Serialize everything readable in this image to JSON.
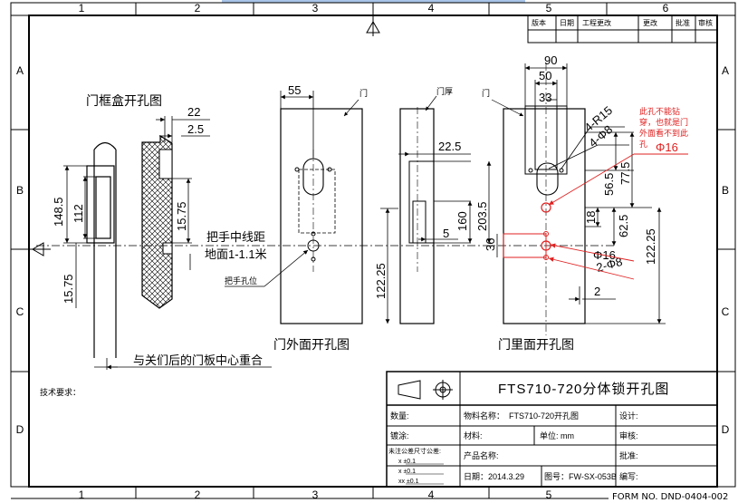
{
  "frame": {
    "col_numbers": [
      "1",
      "2",
      "3",
      "4",
      "5",
      "6"
    ],
    "row_letters": [
      "A",
      "B",
      "C",
      "D"
    ],
    "form_no": "FORM NO. DND-0404-002"
  },
  "revision_table": {
    "headers": [
      "版本",
      "日期",
      "工程更改",
      "更改",
      "批准",
      "审核"
    ]
  },
  "door_frame_view": {
    "title": "门框盒开孔图",
    "dims": {
      "d22": "22",
      "d2_5": "2.5",
      "d148_5": "148.5",
      "d112": "112",
      "d15_75a": "15.75",
      "d15_75b": "15.75"
    },
    "handle_note_line1": "把手中线距",
    "handle_note_line2": "地面1-1.1米",
    "bottom_note": "与关们后的门板中心重合"
  },
  "outer_view": {
    "title": "门外面开孔图",
    "door_label": "门",
    "dims": {
      "d55": "55",
      "d122_25": "122.25"
    },
    "handle_hole_label": "把手孔位"
  },
  "edge_view": {
    "door_edge_label": "门厚",
    "dims": {
      "d22_5": "22.5",
      "d160": "160",
      "d203_5": "203.5",
      "d5": "5"
    }
  },
  "inner_view": {
    "title": "门里面开孔图",
    "door_label": "门",
    "dims": {
      "d90": "90",
      "d50": "50",
      "d33": "33",
      "r15": "4-R15",
      "d8a": "4-Φ8",
      "d56_5": "56.5",
      "d77_5": "77.5",
      "d18": "18",
      "d62_5": "62.5",
      "d122_25": "122.25",
      "d16a": "Φ16",
      "d16b": "Φ16",
      "d2_8": "2-Φ8",
      "d36": "36",
      "d2": "2"
    },
    "warning_lines": [
      "此孔不能钻",
      "穿，也就是门",
      "外面看不到此",
      "孔"
    ]
  },
  "title_block": {
    "title": "FTS710-720分体锁开孔图",
    "qty_label": "数量:",
    "material_name_label": "物料名称：",
    "material_name_value": "FTS710-720开孔图",
    "design_label": "设计:",
    "plating_label": "镀涂:",
    "material_label": "材料:",
    "unit_label": "单位: mm",
    "review_label": "审核:",
    "tolerance_label": "未注公差尺寸公差:",
    "tolerance_rows": [
      "x  ±0.1",
      "x  ±0.1",
      "xx ±0.1"
    ],
    "product_label": "产品名称:",
    "approve_label": "批准:",
    "date_label": "日期：2014.3.29",
    "drawing_no_label": "图号：FW-SX-053B",
    "author_label": "编写:"
  },
  "tech_req_label": "技术要求：",
  "colors": {
    "line": "#000000",
    "red": "#e02020",
    "hatch": "#000000",
    "frame_top": "#a8c4e8"
  }
}
